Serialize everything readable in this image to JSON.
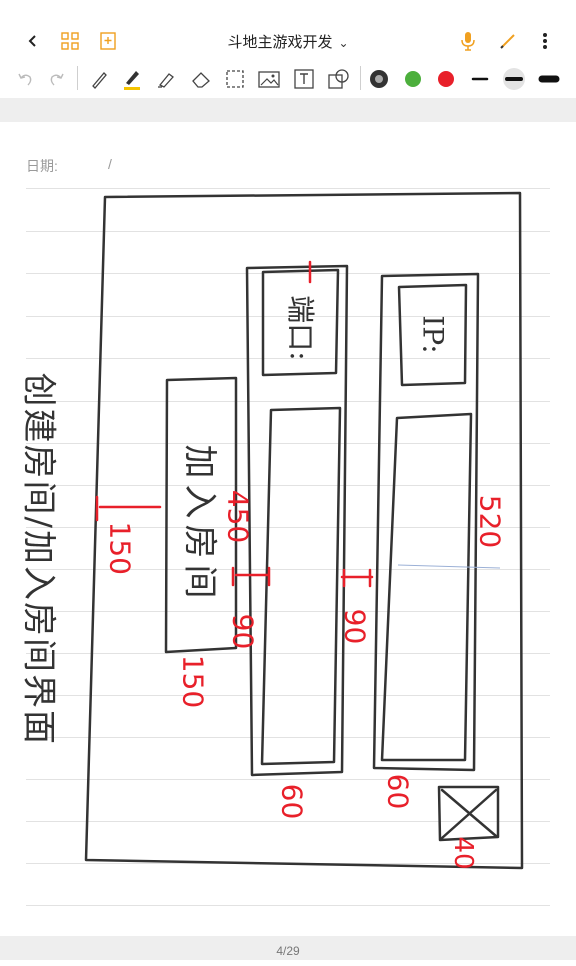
{
  "header": {
    "title": "斗地主游戏开发",
    "back_icon": "chevron-left-icon",
    "grid_icon": "grid-icon",
    "bookmark_icon": "bookmark-add-icon",
    "mic_icon": "microphone-icon",
    "pen_icon": "pen-icon",
    "more_icon": "more-vertical-icon"
  },
  "toolbar": {
    "tools": [
      "undo-icon",
      "redo-icon",
      "pencil-icon",
      "marker-icon",
      "highlighter-icon",
      "eraser-icon",
      "lasso-select-icon",
      "image-icon",
      "text-box-icon",
      "shape-icon"
    ],
    "colors": [
      "#333333",
      "#4caf3c",
      "#e8202a"
    ],
    "stroke_sizes": [
      "thin",
      "medium",
      "thick"
    ]
  },
  "note": {
    "date_label": "日期:",
    "date_separator": "/",
    "handwriting": {
      "main_label": "创建房间/加入房间界面",
      "join_room": "加入房间",
      "port": "端口:",
      "ip": "IP:",
      "n150a": "150",
      "n450": "450",
      "n90a": "90",
      "n150b": "150",
      "n90b": "90",
      "n520": "520",
      "n60a": "60",
      "n60b": "60",
      "n40": "40"
    }
  },
  "footer": {
    "page_indicator": "4/29"
  }
}
